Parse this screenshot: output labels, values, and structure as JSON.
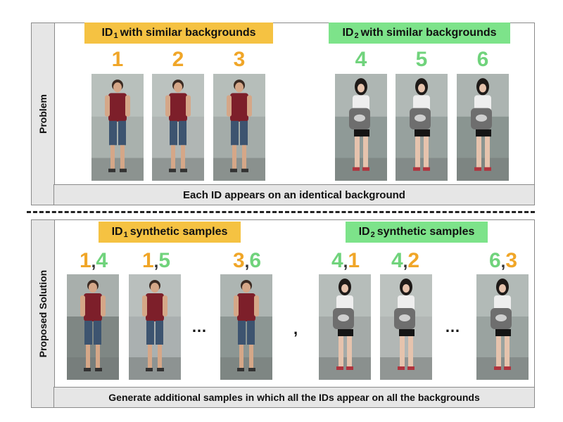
{
  "problem": {
    "side_label": "Problem",
    "id1_tag": {
      "prefix": "ID",
      "sub": "1",
      "text": "with similar backgrounds"
    },
    "id2_tag": {
      "prefix": "ID",
      "sub": "2",
      "text": "with similar backgrounds"
    },
    "numbers": [
      "1",
      "2",
      "3",
      "4",
      "5",
      "6"
    ],
    "caption": "Each ID appears on an identical background"
  },
  "solution": {
    "side_label": "Proposed Solution",
    "id1_tag": {
      "prefix": "ID",
      "sub": "1",
      "text": "synthetic samples"
    },
    "id2_tag": {
      "prefix": "ID",
      "sub": "2",
      "text": "synthetic samples"
    },
    "pairs": [
      {
        "a": "1",
        "b": "4"
      },
      {
        "a": "1",
        "b": "5"
      },
      {
        "a": "3",
        "b": "6"
      },
      {
        "a": "4",
        "b": "1"
      },
      {
        "a": "4",
        "b": "2"
      },
      {
        "a": "6",
        "b": "3"
      }
    ],
    "comma": ",",
    "ellipsis": "…",
    "separator": ",",
    "caption": "Generate additional samples in which all the IDs appear on all the backgrounds"
  },
  "colors": {
    "id1": "#f5c242",
    "id2": "#7de38a",
    "id1_digit": "#f0a628",
    "id2_digit": "#70d37c",
    "panel_bg": "#e6e6e6"
  },
  "icons": {
    "person_id1": "man-red-shirt-photo",
    "person_id2": "woman-white-shirt-bag-photo"
  }
}
